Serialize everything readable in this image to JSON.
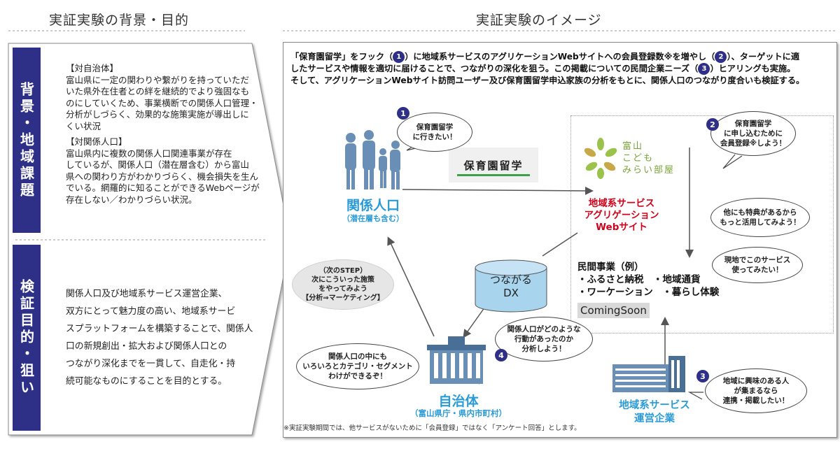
{
  "titles": {
    "left": "実証実験の背景・目的",
    "right": "実証実験のイメージ"
  },
  "left": {
    "bar1": "背景・地域課題",
    "bar2": "検証目的・狙い",
    "bg_head1": "【対自治体】",
    "bg_text1": [
      "富山県に一定の関わりや繋がりを持っていただ",
      "いた県外在住者との絆を継続的でより強固なも",
      "のにしていくため、事業横断での関係人口管理・",
      "分析がしづらく、効果的な施策実施が導出しに",
      "くい状況"
    ],
    "bg_head2": "【対関係人口】",
    "bg_text2": [
      "富山県内に複数の関係人口関連事業が存在",
      "しているが、関係人口（潜在層含む）から富山",
      "県への関わり方がわかりづらく、機会損失を生ん",
      "でいる。網羅的に知ることができるWebページが",
      "存在しない／わかりづらい状況。"
    ],
    "purpose_text": [
      "関係人口及び地域系サービス運営企業、",
      "双方にとって魅力度の高い、地域系サービ",
      "スプラットフォームを構築することで、関係人",
      "口の新規創出・拡大および関係人口との",
      "つながり深化までを一貫して、自走化・持",
      "続可能なものにすることを目的とする。"
    ]
  },
  "right": {
    "intro": {
      "l1a": "「保育園留学」をフック（",
      "l1b": "）に地域系サービスのアグリケーションWebサイトへの会員登録数※を増やし（",
      "l1c": "）、ターゲットに適",
      "l2a": "したサービスや情報を適切に届けることで、つながりの深化を狙う。この掲載についての民間企業ニーズ（",
      "l2b": "）ヒアリングも実施。",
      "l3": "そして、アグリケーションWebサイト訪問ユーザー及び保育園留学申込家族の分析をもとに、関係人口のつながり度合いも検証する。"
    },
    "nums": [
      "1",
      "2",
      "3",
      "4"
    ],
    "bubble1": [
      "保育園留学",
      "に行きたい！"
    ],
    "bubble2": [
      "保育園留学",
      "に申し込むために",
      "会員登録※しよう！"
    ],
    "bubble_tokuten": [
      "他にも特典があるから",
      "もっと活用してみよう！"
    ],
    "bubble_genchi": [
      "現地でこのサービス",
      "使ってみたい！"
    ],
    "bubble_step": [
      "（次のSTEP）",
      "次にこういった施策",
      "をやってみよう",
      "【分析⇒マーケティング】"
    ],
    "bubble4": [
      "関係人口がどのような",
      "行動があったのか",
      "分析しよう！"
    ],
    "bubble_segment": [
      "関係人口の中にも",
      "いろいろとカテゴリ・セグメント",
      "わけができるぞ！"
    ],
    "bubble3": [
      "地域に興味のある人",
      "が集まるなら",
      "連携・掲載したい！"
    ],
    "kankei_title": "関係人口",
    "kankei_sub": "（潜在層も含む）",
    "hoiku_label": "保育園留学",
    "logo_lines": [
      "富山",
      "こども",
      "みらい部屋"
    ],
    "aggregation": [
      "地域系サービス",
      "アグリゲーション",
      "Webサイト"
    ],
    "biz": [
      "民間事業（例）",
      "・ふるさと納税　・地域通貨",
      "・ワーケーション　・暮らし体験"
    ],
    "coming": "ComingSoon",
    "dx": [
      "つながる",
      "DX"
    ],
    "jichitai_title": "自治体",
    "jichitai_sub": "（富山県庁・県内市町村）",
    "company": [
      "地域系サービス",
      "運営企業"
    ],
    "footnote": "※実証実験期間では、他サービスがないために「会員登録」ではなく「アンケート回答」とします。"
  },
  "colors": {
    "navy": "#2e2f86",
    "blue": "#2a9bd6",
    "red": "#d0021b",
    "green": "#3ea14a"
  }
}
